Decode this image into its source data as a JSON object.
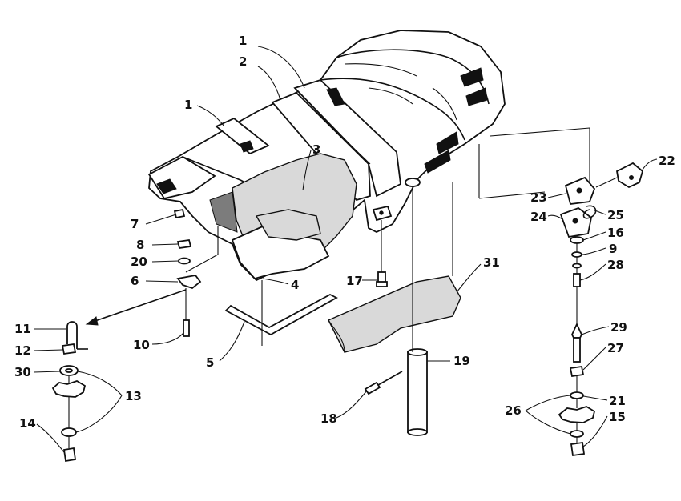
{
  "callouts": [
    "1",
    "2",
    "1",
    "3",
    "7",
    "8",
    "20",
    "6",
    "4",
    "5",
    "10",
    "11",
    "12",
    "30",
    "13",
    "14",
    "17",
    "31",
    "18",
    "19",
    "22",
    "23",
    "24",
    "25",
    "16",
    "9",
    "28",
    "29",
    "27",
    "21",
    "26",
    "15"
  ],
  "colors": {
    "ink": "#111111",
    "paper": "#ffffff",
    "foam": "#d9d9d9"
  }
}
